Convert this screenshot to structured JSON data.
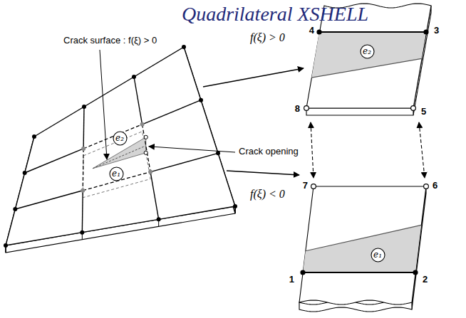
{
  "diagram": {
    "title": "Quadrilateral XSHELL",
    "nodes": [
      {
        "text": [
          "e₂"
        ]
      },
      {
        "text": [
          "e₁"
        ]
      },
      {
        "text": [
          "e₂"
        ]
      },
      {
        "text": [
          "e₁"
        ]
      }
    ],
    "labels": [
      "Crack surface : f(ξ) > 0",
      "Crack opening",
      "4",
      "3",
      "f(ξ) > 0",
      "8",
      "5",
      "7",
      "6",
      "f(ξ) < 0",
      "1",
      "2"
    ]
  }
}
